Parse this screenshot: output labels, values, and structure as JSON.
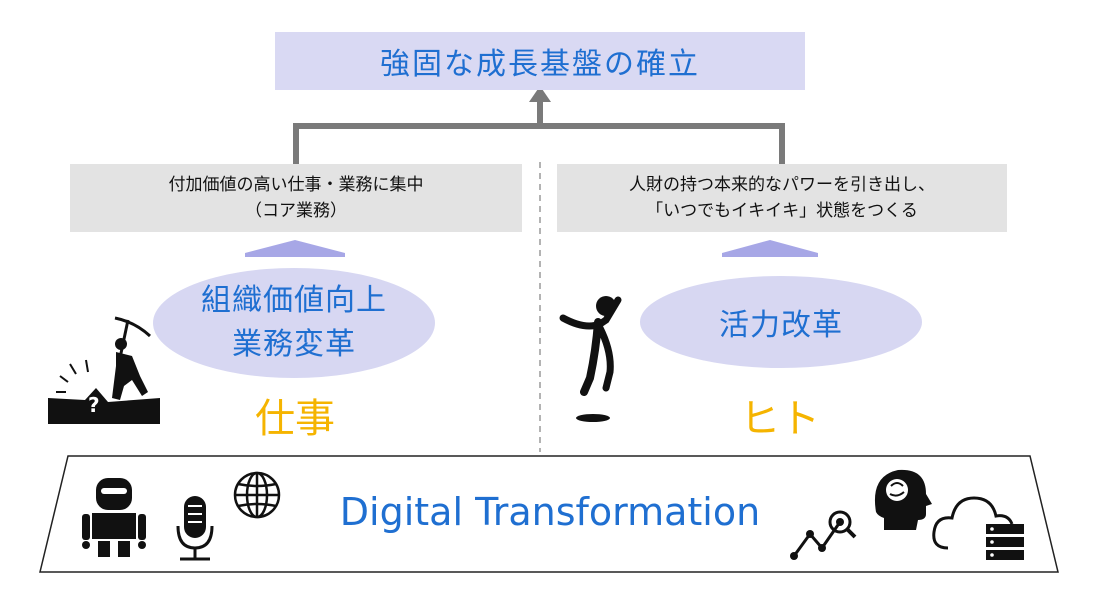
{
  "top": {
    "title": "強固な成長基盤の確立"
  },
  "left": {
    "box_line1": "付加価値の高い仕事・業務に集中",
    "box_line2": "（コア業務）",
    "ellipse_line1": "組織価値向上",
    "ellipse_line2": "業務変革",
    "label": "仕事"
  },
  "right": {
    "box_line1": "人財の持つ本来的なパワーを引き出し、",
    "box_line2": "「いつでもイキイキ」状態をつくる",
    "ellipse": "活力改革",
    "label": "ヒト"
  },
  "footer": {
    "label": "Digital Transformation"
  },
  "icons": [
    "robot-icon",
    "microphone-icon",
    "globe-icon",
    "analytics-icon",
    "brain-head-icon",
    "cloud-server-icon",
    "digging-worker-icon",
    "jumping-person-icon"
  ],
  "colors": {
    "accent_blue": "#1f6fd1",
    "lavender": "#d9d9f3",
    "yellow": "#f5b400",
    "gray_box": "#e3e3e3",
    "connector": "#7a7a7a"
  }
}
